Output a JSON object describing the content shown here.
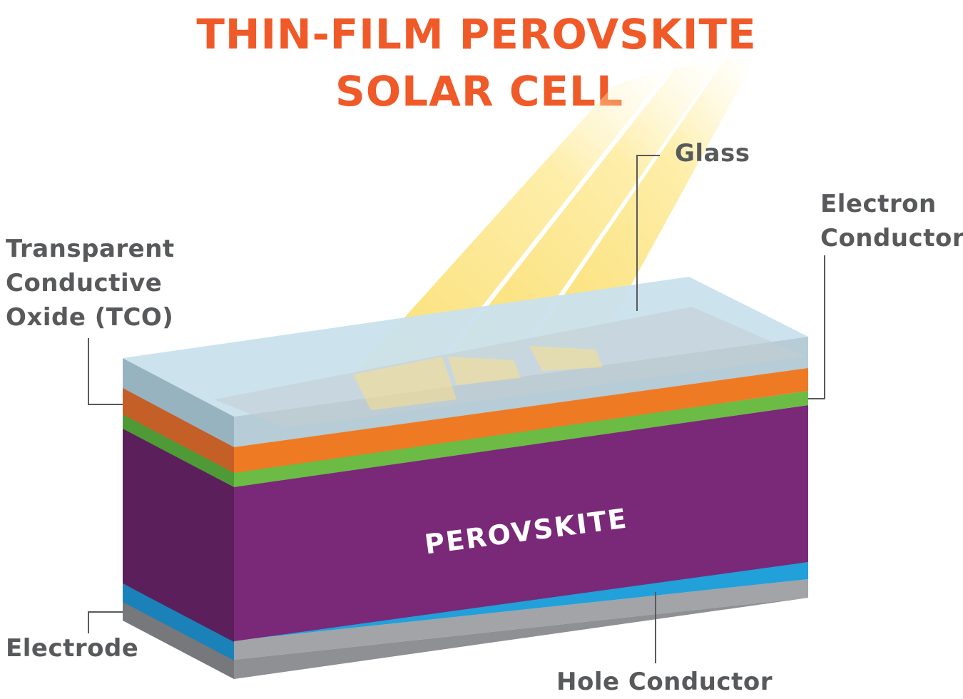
{
  "title": {
    "line1": "THIN-FILM PEROVSKITE",
    "line2": "SOLAR CELL"
  },
  "labels": {
    "glass": "Glass",
    "electron_line1": "Electron",
    "electron_line2": "Conductor",
    "tco_line1": "Transparent",
    "tco_line2": "Conductive",
    "tco_line3": "Oxide (TCO)",
    "electrode": "Electrode",
    "hole_conductor": "Hole Conductor"
  },
  "layer_label": "PEROVSKITE",
  "colors": {
    "title": "#f05a28",
    "label": "#58595b",
    "glass": "#cfe6f2",
    "tco": "#ef7a24",
    "electron_conductor": "#6cbb45",
    "perovskite": "#7a2878",
    "hole_conductor": "#1f9fd8",
    "electrode": "#9d9fa2",
    "sunlight": "#fde58a"
  }
}
